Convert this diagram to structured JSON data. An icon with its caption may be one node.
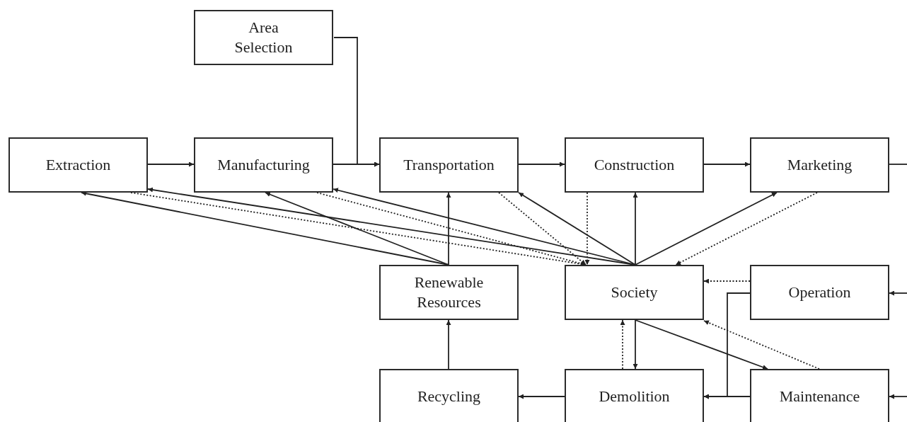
{
  "diagram": {
    "nodes": [
      {
        "text": [
          "Area Selection"
        ]
      },
      {
        "text": [
          "Extraction"
        ]
      },
      {
        "text": [
          "Manufacturing"
        ]
      },
      {
        "text": [
          "Transportation"
        ]
      },
      {
        "text": [
          "Construction"
        ]
      },
      {
        "text": [
          "Marketing"
        ]
      },
      {
        "text": [
          "Renewable Resources"
        ]
      },
      {
        "text": [
          "Society"
        ]
      },
      {
        "text": [
          "Operation"
        ]
      },
      {
        "text": [
          "Recycling"
        ]
      },
      {
        "text": [
          "Demolition"
        ]
      },
      {
        "text": [
          "Maintenance"
        ]
      }
    ],
    "edges": [
      {
        "from": 1,
        "to": 2,
        "arrow": "to"
      },
      {
        "from": 2,
        "to": 3,
        "arrow": "to"
      },
      {
        "from": 0,
        "to": 3,
        "arrow": "to"
      },
      {
        "from": 3,
        "to": 4,
        "arrow": "to"
      },
      {
        "from": 4,
        "to": 5,
        "arrow": "to"
      },
      {
        "from": 5,
        "to": null,
        "arrow": "none"
      },
      {
        "from": 6,
        "to": 1,
        "arrow": "to"
      },
      {
        "from": 6,
        "to": 2,
        "arrow": "to"
      },
      {
        "from": 6,
        "to": 3,
        "arrow": "to"
      },
      {
        "from": 7,
        "to": 1,
        "arrow": "to"
      },
      {
        "from": 7,
        "to": 2,
        "arrow": "to"
      },
      {
        "from": 7,
        "to": 3,
        "arrow": "to"
      },
      {
        "from": 7,
        "to": 4,
        "arrow": "to"
      },
      {
        "from": 7,
        "to": 5,
        "arrow": "to"
      },
      {
        "from": 1,
        "to": 7,
        "arrow": "to",
        "style": "dashed"
      },
      {
        "from": 2,
        "to": 7,
        "arrow": "to",
        "style": "dashed"
      },
      {
        "from": 3,
        "to": 7,
        "arrow": "to",
        "style": "dashed"
      },
      {
        "from": 4,
        "to": 7,
        "arrow": "to",
        "style": "dashed"
      },
      {
        "from": 5,
        "to": 7,
        "arrow": "to",
        "style": "dashed"
      },
      {
        "from": 8,
        "to": 7,
        "arrow": "to",
        "style": "dashed"
      },
      {
        "from": 11,
        "to": 7,
        "arrow": "to",
        "style": "dashed"
      },
      {
        "from": 7,
        "to": 11,
        "arrow": "to"
      },
      {
        "from": 7,
        "to": 10,
        "arrow": "to"
      },
      {
        "from": 10,
        "to": 7,
        "arrow": "to",
        "style": "dashed"
      },
      {
        "from": 8,
        "to": 10,
        "arrow": "to"
      },
      {
        "from": 11,
        "to": 10,
        "arrow": "to"
      },
      {
        "from": 10,
        "to": 9,
        "arrow": "to"
      },
      {
        "from": 9,
        "to": 6,
        "arrow": "to"
      },
      {
        "from": null,
        "to": 8,
        "arrow": "to"
      },
      {
        "from": null,
        "to": 11,
        "arrow": "to"
      }
    ]
  }
}
